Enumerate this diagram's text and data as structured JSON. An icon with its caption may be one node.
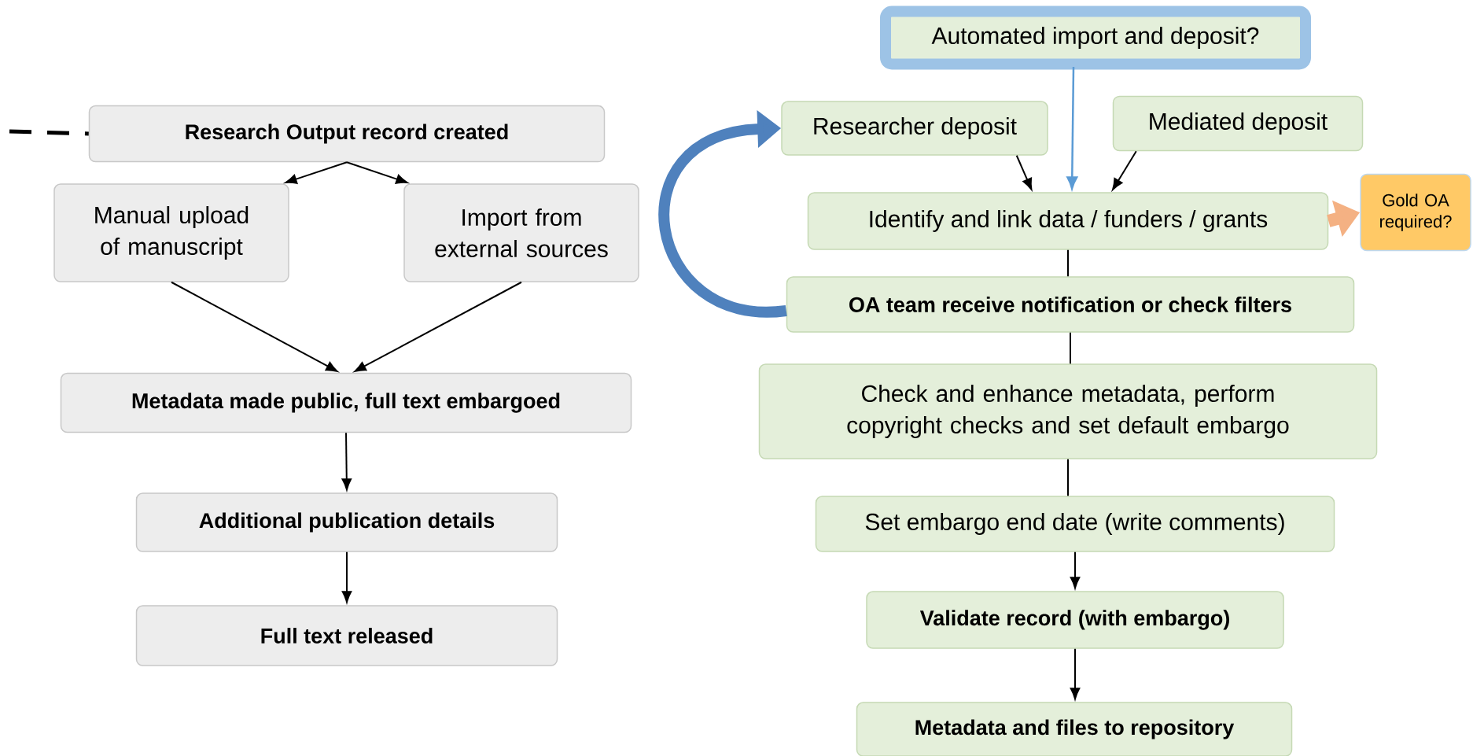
{
  "diagram": {
    "nodes": [
      {
        "text": [
          "Research Output record created"
        ]
      },
      {
        "text": [
          "Manual upload of manuscript"
        ]
      },
      {
        "text": [
          "Import from external sources"
        ]
      },
      {
        "text": [
          "Metadata made public, full text embargoed"
        ]
      },
      {
        "text": [
          "Additional publication details"
        ]
      },
      {
        "text": [
          "Full text released"
        ]
      },
      {
        "text": [
          "Automated import and deposit?"
        ]
      },
      {
        "text": [
          "Researcher deposit"
        ]
      },
      {
        "text": [
          "Mediated deposit"
        ]
      },
      {
        "text": [
          "Identify and link data / funders / grants"
        ]
      },
      {
        "text": [
          "Gold OA required?"
        ]
      },
      {
        "text": [
          "OA team receive notification or check filters"
        ]
      },
      {
        "text": [
          "Check and enhance metadata, perform copyright checks and set default embargo"
        ]
      },
      {
        "text": [
          "Set embargo end date (write comments)"
        ]
      },
      {
        "text": [
          "Validate record (with embargo)"
        ]
      },
      {
        "text": [
          "Metadata and files to repository"
        ]
      }
    ],
    "edges": [
      {
        "from": null,
        "to": 0,
        "arrow": "none",
        "style": "dashed"
      },
      {
        "from": 0,
        "to": 1,
        "arrow": "to"
      },
      {
        "from": 0,
        "to": 2,
        "arrow": "to"
      },
      {
        "from": 1,
        "to": 3,
        "arrow": "to"
      },
      {
        "from": 2,
        "to": 3,
        "arrow": "to"
      },
      {
        "from": 3,
        "to": 4,
        "arrow": "to"
      },
      {
        "from": 4,
        "to": 5,
        "arrow": "to"
      },
      {
        "from": 6,
        "to": 9,
        "arrow": "to",
        "color": "#5b9bd5"
      },
      {
        "from": 7,
        "to": 9,
        "arrow": "to"
      },
      {
        "from": 8,
        "to": 9,
        "arrow": "to"
      },
      {
        "from": 9,
        "to": 10,
        "arrow": "to",
        "style": "thick",
        "color": "#f4b183"
      },
      {
        "from": 9,
        "to": 11,
        "arrow": "none"
      },
      {
        "from": 11,
        "to": 12,
        "arrow": "none"
      },
      {
        "from": 12,
        "to": 13,
        "arrow": "none"
      },
      {
        "from": 13,
        "to": 14,
        "arrow": "to"
      },
      {
        "from": 14,
        "to": 15,
        "arrow": "to"
      },
      {
        "from": 11,
        "to": 7,
        "arrow": "to",
        "style": "thick",
        "color": "#4f81bd"
      }
    ]
  }
}
